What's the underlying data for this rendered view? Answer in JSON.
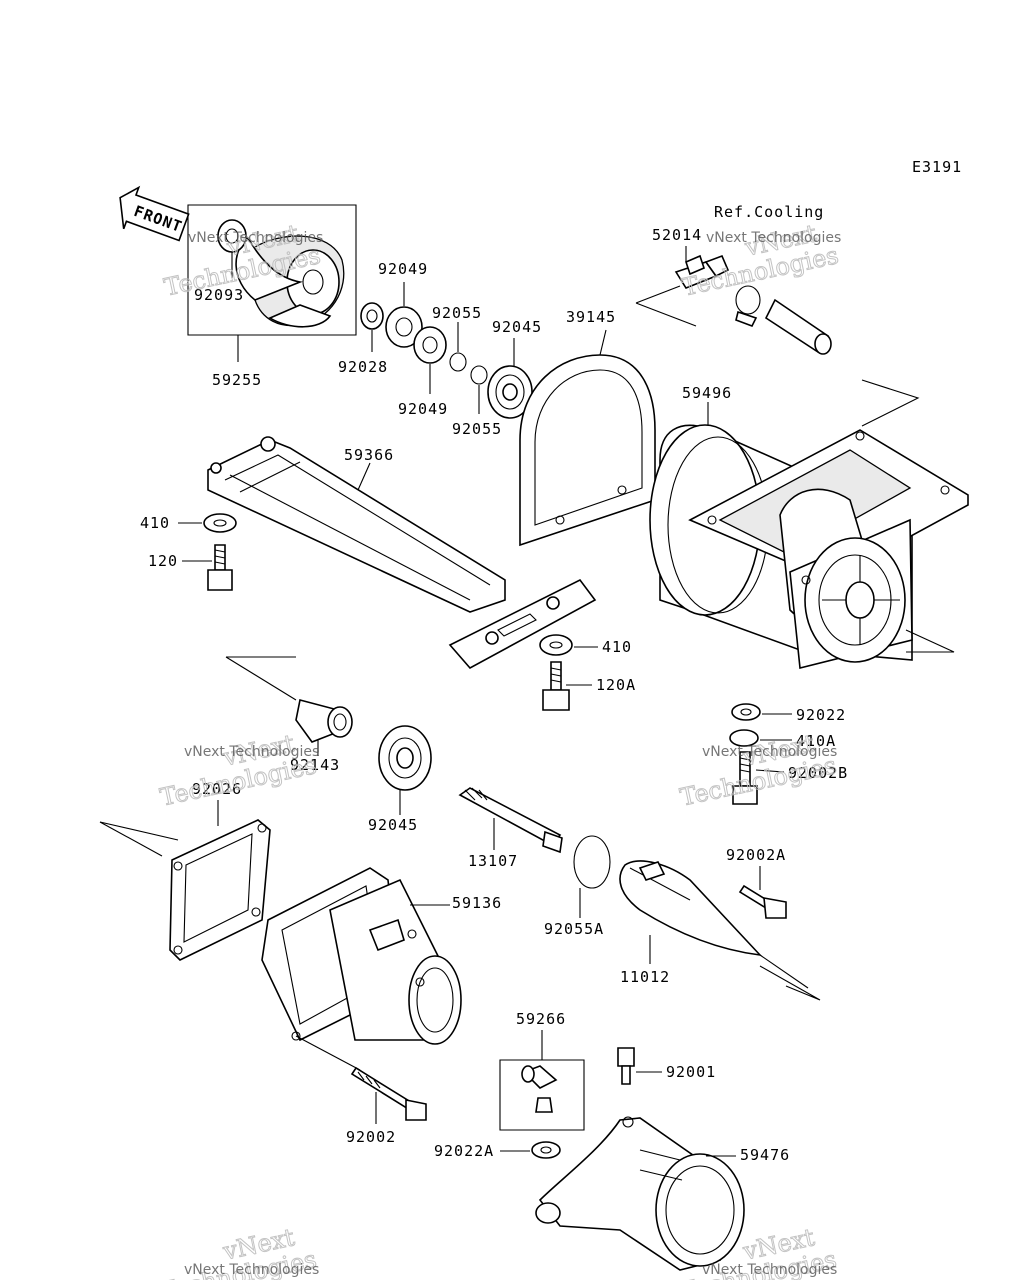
{
  "diagram_code": "E3191",
  "reference_label": "Ref.Cooling",
  "front_label": "FRONT",
  "watermark": {
    "brand_top": "vNext",
    "brand_bottom": "Technologies",
    "small": "vNext Technologies"
  },
  "part_numbers": {
    "p92093": "92093",
    "p59255": "59255",
    "p92049a": "92049",
    "p92028": "92028",
    "p92049b": "92049",
    "p92055a": "92055",
    "p92055b": "92055",
    "p92045a": "92045",
    "p39145": "39145",
    "p52014": "52014",
    "p59496": "59496",
    "p59366": "59366",
    "p410a": "410",
    "p120": "120",
    "p410b": "410",
    "p120A": "120A",
    "p92022": "92022",
    "p410A": "410A",
    "p92002B": "92002B",
    "p92143": "92143",
    "p92045b": "92045",
    "p92026": "92026",
    "p13107": "13107",
    "p92055A": "92055A",
    "p92002A": "92002A",
    "p59136": "59136",
    "p11012": "11012",
    "p59266": "59266",
    "p92001": "92001",
    "p92002": "92002",
    "p92022A": "92022A",
    "p59476": "59476"
  }
}
